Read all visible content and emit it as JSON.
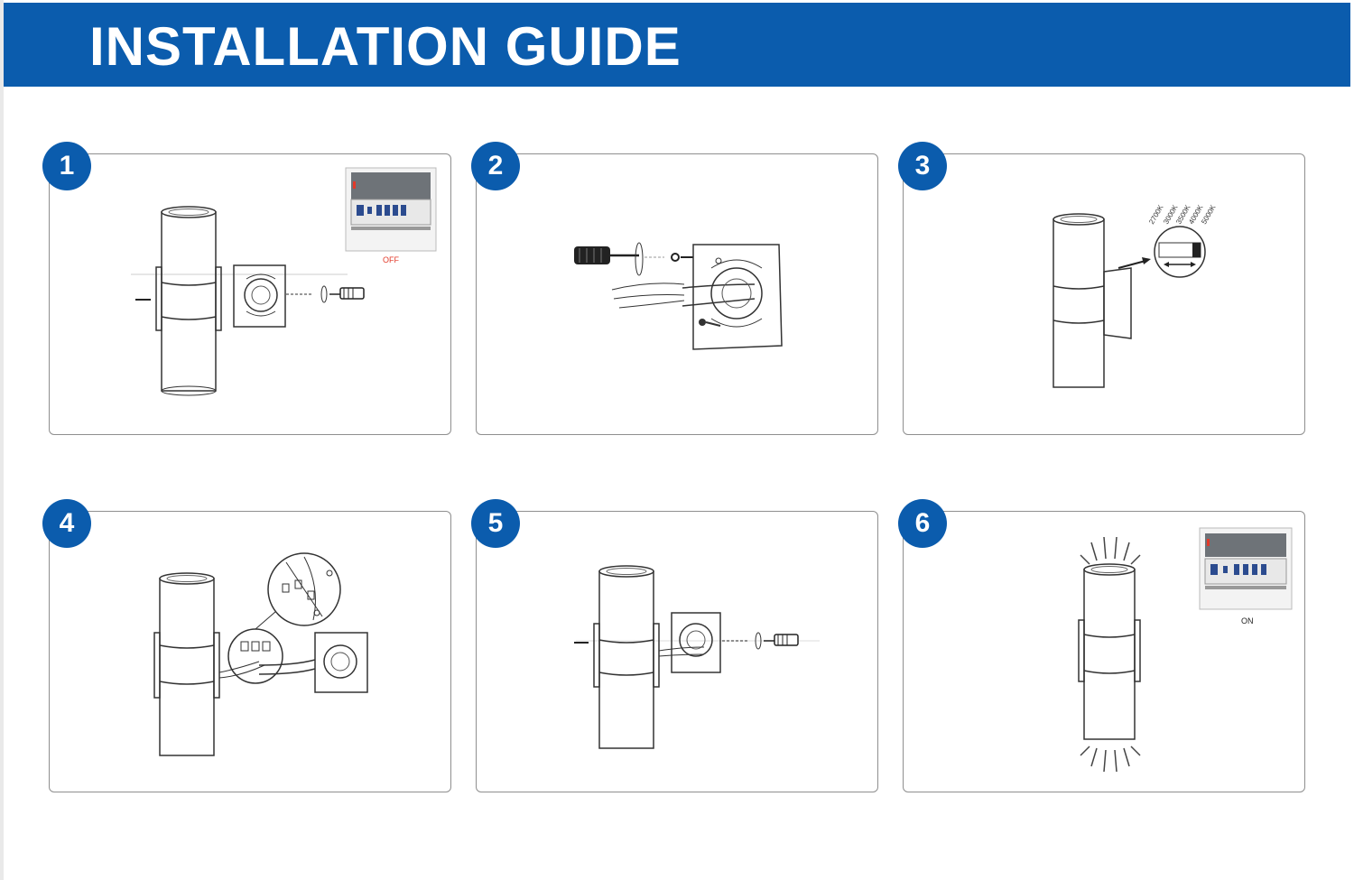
{
  "header": {
    "title": "INSTALLATION GUIDE"
  },
  "colors": {
    "brand_blue": "#0b5cad",
    "off_red": "#e23a2a"
  },
  "steps": [
    {
      "number": "1",
      "caption": "OFF"
    },
    {
      "number": "2"
    },
    {
      "number": "3",
      "cct_labels": [
        "2700K",
        "3000K",
        "3500K",
        "4000K",
        "5000K"
      ]
    },
    {
      "number": "4"
    },
    {
      "number": "5"
    },
    {
      "number": "6",
      "caption": "ON"
    }
  ]
}
